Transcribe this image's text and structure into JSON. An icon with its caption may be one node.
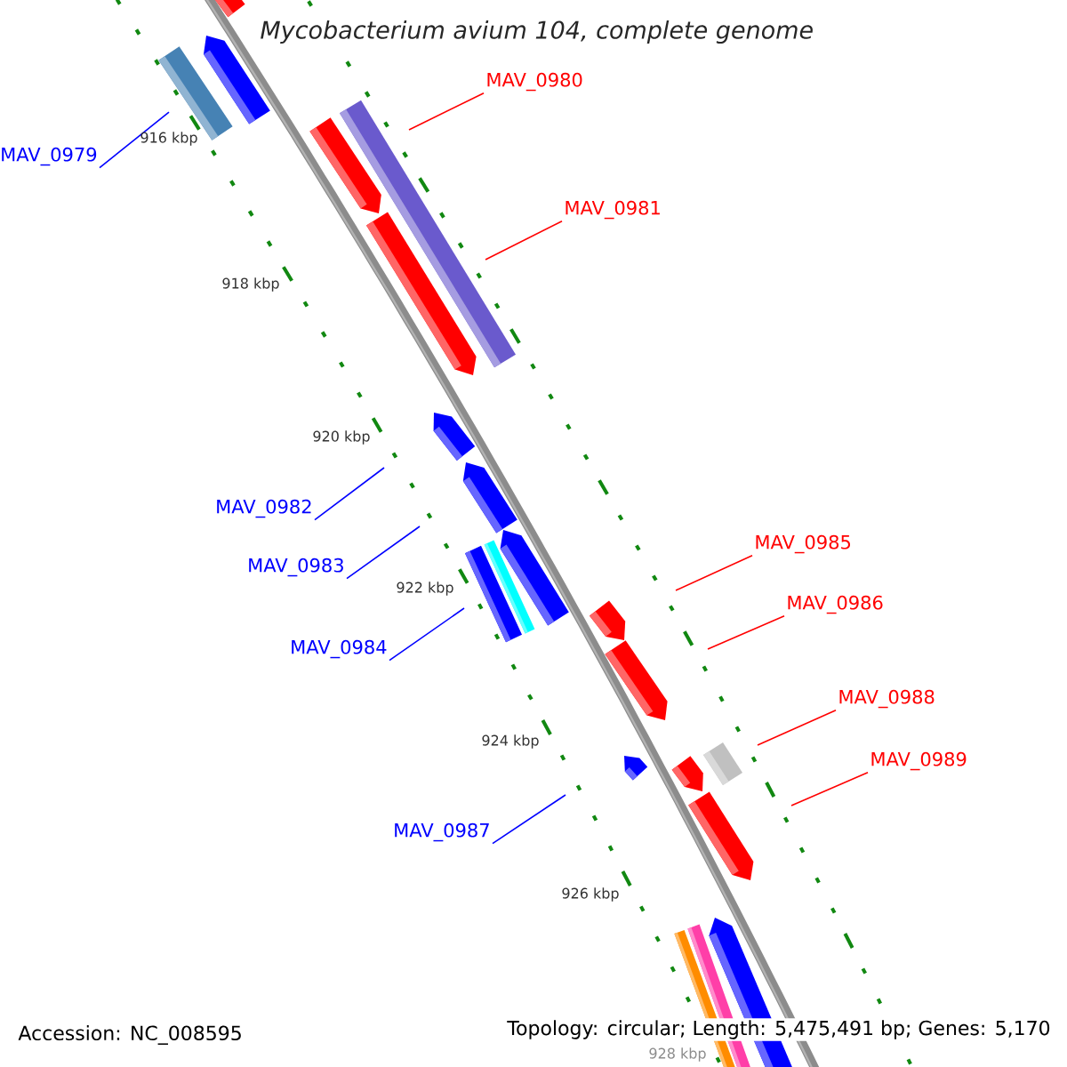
{
  "diagram": {
    "title": "Mycobacterium avium 104, complete genome",
    "nodes": [
      {
        "text": [
          "MAV_0979"
        ]
      },
      {
        "text": [
          "MAV_0980"
        ]
      },
      {
        "text": [
          "MAV_0981"
        ]
      },
      {
        "text": [
          "MAV_0982"
        ]
      },
      {
        "text": [
          "MAV_0983"
        ]
      },
      {
        "text": [
          "MAV_0984"
        ]
      },
      {
        "text": [
          "MAV_0985"
        ]
      },
      {
        "text": [
          "MAV_0986"
        ]
      },
      {
        "text": [
          "MAV_0987"
        ]
      },
      {
        "text": [
          "MAV_0988"
        ]
      },
      {
        "text": [
          "MAV_0989"
        ]
      }
    ],
    "edges": [
      {
        "from": 0,
        "to": null,
        "arrow": "none",
        "color": "#0000ff"
      },
      {
        "from": 1,
        "to": null,
        "arrow": "none"
      },
      {
        "from": 2,
        "to": null,
        "arrow": "none"
      },
      {
        "from": 3,
        "to": null,
        "arrow": "none",
        "color": "#0000ff"
      },
      {
        "from": 4,
        "to": null,
        "arrow": "none",
        "color": "#0000ff"
      },
      {
        "from": 5,
        "to": null,
        "arrow": "none",
        "color": "#0000ff"
      },
      {
        "from": 6,
        "to": null,
        "arrow": "none"
      },
      {
        "from": 7,
        "to": null,
        "arrow": "none"
      },
      {
        "from": 8,
        "to": null,
        "arrow": "none",
        "color": "#0000ff"
      },
      {
        "from": 9,
        "to": null,
        "arrow": "none"
      },
      {
        "from": 10,
        "to": null,
        "arrow": "none"
      }
    ],
    "labels": [
      "916 kbp",
      "918 kbp",
      "920 kbp",
      "922 kbp",
      "924 kbp",
      "926 kbp",
      "928 kbp",
      "Accession: NC_008595",
      "Topology: circular; Length: 5,475,491 bp; Genes: 5,170"
    ]
  }
}
